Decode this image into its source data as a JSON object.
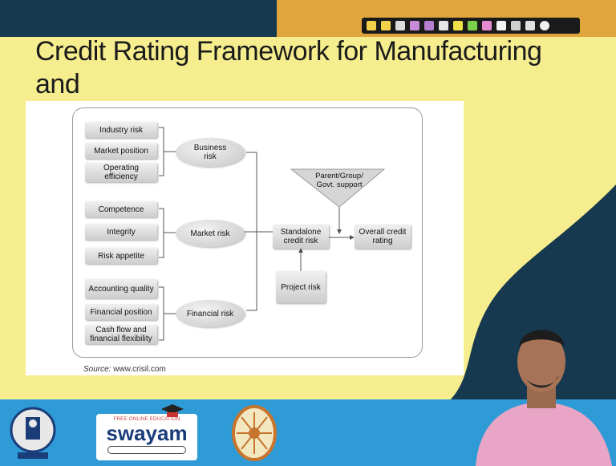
{
  "slide": {
    "title_line1": "Credit Rating Framework for Manufacturing and",
    "title_line2": "Service Sector"
  },
  "diagram": {
    "business_inputs": [
      "Industry risk",
      "Market position",
      "Operating efficiency"
    ],
    "market_inputs": [
      "Competence",
      "Integrity",
      "Risk appetite"
    ],
    "financial_inputs": [
      "Accounting quality",
      "Financial position",
      "Cash flow and financial flexibility"
    ],
    "business_risk": "Business risk",
    "market_risk": "Market risk",
    "financial_risk": "Financial risk",
    "standalone": "Standalone credit risk",
    "support": "Parent/Group/ Govt. support",
    "overall": "Overall credit rating",
    "project": "Project risk",
    "source_label": "Source:",
    "source_url": "www.crisil.com"
  },
  "footer": {
    "swayam_tag": "FREE ONLINE EDUCATION",
    "swayam_name": "swayam"
  },
  "colors": {
    "slide_bg": "#f6ee8e",
    "top_left": "#17394f",
    "top_right": "#e0a53c",
    "footer": "#2f9bd6",
    "dark_wave": "#17394f"
  }
}
